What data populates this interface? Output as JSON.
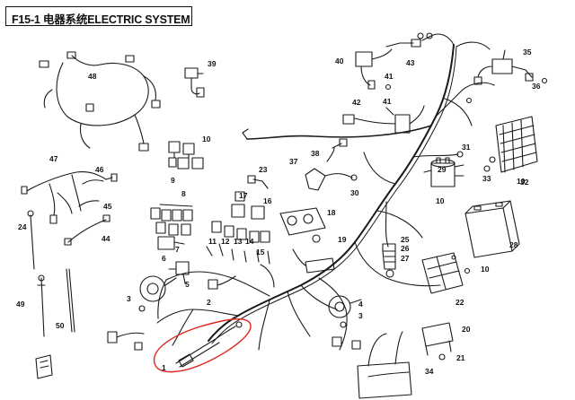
{
  "title": "F15-1 电器系统ELECTRIC SYSTEM",
  "highlight_color": "#e0231b",
  "line_color": "#1a1a1a",
  "highlighted_part": "1",
  "callouts": [
    "1",
    "2",
    "3",
    "3",
    "4",
    "5",
    "6",
    "7",
    "8",
    "9",
    "10",
    "10",
    "10",
    "10",
    "11",
    "12",
    "13",
    "14",
    "15",
    "16",
    "17",
    "18",
    "19",
    "20",
    "21",
    "22",
    "23",
    "24",
    "25",
    "26",
    "27",
    "28",
    "29",
    "30",
    "31",
    "32",
    "33",
    "34",
    "35",
    "36",
    "37",
    "38",
    "39",
    "40",
    "41",
    "41",
    "42",
    "43",
    "44",
    "45",
    "46",
    "47",
    "48",
    "49",
    "50"
  ]
}
